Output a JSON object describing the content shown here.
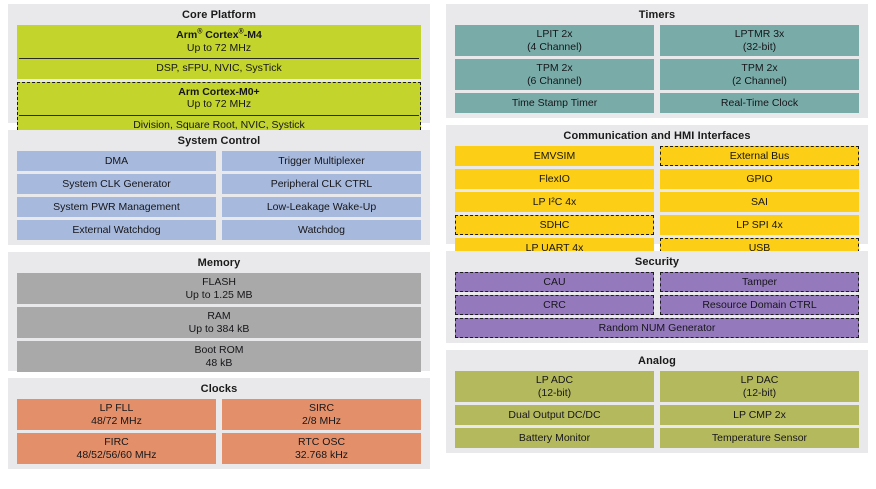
{
  "colors": {
    "page_background": "#ffffff",
    "panel_background": "#e9e9eb",
    "core": "#c3d42d",
    "system_control": "#a7b9dc",
    "memory": "#a9a9a9",
    "clocks": "#e3906a",
    "timers": "#79aca8",
    "communication": "#fccf16",
    "security": "#9579bd",
    "analog": "#b5b95e",
    "outline": "#1c1c1c"
  },
  "left_column": [
    {
      "id": "core-platform",
      "title": "Core Platform",
      "color": "c-green",
      "cpus": [
        {
          "id": "cortex-m4",
          "name_html": "Arm<sup>®</sup> Cortex<sup>®</sup>-M4",
          "name_text": "Arm® Cortex®-M4",
          "speed": "Up to 72 MHz",
          "features": "DSP, sFPU, NVIC, SysTick",
          "dashed": false
        },
        {
          "id": "cortex-m0plus",
          "name_html": "Arm Cortex-M0+",
          "name_text": "Arm Cortex-M0+",
          "speed": "Up to 72 MHz",
          "features": "Division, Square Root, NVIC, Systick",
          "dashed": true
        }
      ]
    },
    {
      "id": "system-control",
      "title": "System Control",
      "color": "c-blue",
      "rows": [
        [
          {
            "line1": "DMA",
            "line2": "",
            "dashed": false
          },
          {
            "line1": "Trigger Multiplexer",
            "line2": "",
            "dashed": false
          }
        ],
        [
          {
            "line1": "System CLK Generator",
            "line2": "",
            "dashed": false
          },
          {
            "line1": "Peripheral CLK CTRL",
            "line2": "",
            "dashed": false
          }
        ],
        [
          {
            "line1": "System PWR Management",
            "line2": "",
            "dashed": false
          },
          {
            "line1": "Low-Leakage Wake-Up",
            "line2": "",
            "dashed": false
          }
        ],
        [
          {
            "line1": "External Watchdog",
            "line2": "",
            "dashed": false
          },
          {
            "line1": "Watchdog",
            "line2": "",
            "dashed": false
          }
        ]
      ]
    },
    {
      "id": "memory",
      "title": "Memory",
      "color": "c-grey",
      "rows": [
        [
          {
            "line1": "FLASH",
            "line2": "Up to 1.25 MB",
            "dashed": false
          }
        ],
        [
          {
            "line1": "RAM",
            "line2": "Up to 384 kB",
            "dashed": false
          }
        ],
        [
          {
            "line1": "Boot ROM",
            "line2": "48 kB",
            "dashed": false
          }
        ]
      ]
    },
    {
      "id": "clocks",
      "title": "Clocks",
      "color": "c-orange",
      "rows": [
        [
          {
            "line1": "LP FLL",
            "line2": "48/72 MHz",
            "dashed": false
          },
          {
            "line1": "SIRC",
            "line2": "2/8 MHz",
            "dashed": false
          }
        ],
        [
          {
            "line1": "FIRC",
            "line2": "48/52/56/60 MHz",
            "dashed": false
          },
          {
            "line1": "RTC OSC",
            "line2": "32.768 kHz",
            "dashed": false
          }
        ]
      ]
    }
  ],
  "right_column": [
    {
      "id": "timers",
      "title": "Timers",
      "color": "c-teal",
      "rows": [
        [
          {
            "line1": "LPIT 2x",
            "line2": "(4 Channel)",
            "dashed": false
          },
          {
            "line1": "LPTMR 3x",
            "line2": "(32-bit)",
            "dashed": false
          }
        ],
        [
          {
            "line1": "TPM 2x",
            "line2": "(6 Channel)",
            "dashed": false
          },
          {
            "line1": "TPM 2x",
            "line2": "(2 Channel)",
            "dashed": false
          }
        ],
        [
          {
            "line1": "Time Stamp Timer",
            "line2": "",
            "dashed": false
          },
          {
            "line1": "Real-Time Clock",
            "line2": "",
            "dashed": false
          }
        ]
      ]
    },
    {
      "id": "communication-hmi",
      "title": "Communication and HMI Interfaces",
      "color": "c-yellow",
      "rows": [
        [
          {
            "line1": "EMVSIM",
            "line2": "",
            "dashed": false
          },
          {
            "line1": "External Bus",
            "line2": "",
            "dashed": true
          }
        ],
        [
          {
            "line1": "FlexIO",
            "line2": "",
            "dashed": false
          },
          {
            "line1": "GPIO",
            "line2": "",
            "dashed": false
          }
        ],
        [
          {
            "line1": "LP I²C 4x",
            "line2": "",
            "dashed": false
          },
          {
            "line1": "SAI",
            "line2": "",
            "dashed": false
          }
        ],
        [
          {
            "line1": "SDHC",
            "line2": "",
            "dashed": true
          },
          {
            "line1": "LP SPI 4x",
            "line2": "",
            "dashed": false
          }
        ],
        [
          {
            "line1": "LP UART 4x",
            "line2": "",
            "dashed": false
          },
          {
            "line1": "USB",
            "line2": "",
            "dashed": true
          }
        ]
      ]
    },
    {
      "id": "security",
      "title": "Security",
      "color": "c-purple",
      "rows": [
        [
          {
            "line1": "CAU",
            "line2": "",
            "dashed": true
          },
          {
            "line1": "Tamper",
            "line2": "",
            "dashed": true
          }
        ],
        [
          {
            "line1": "CRC",
            "line2": "",
            "dashed": true
          },
          {
            "line1": "Resource Domain CTRL",
            "line2": "",
            "dashed": true
          }
        ],
        [
          {
            "line1": "Random NUM Generator",
            "line2": "",
            "dashed": true
          }
        ]
      ]
    },
    {
      "id": "analog",
      "title": "Analog",
      "color": "c-olive",
      "rows": [
        [
          {
            "line1": "LP ADC",
            "line2": "(12-bit)",
            "dashed": false
          },
          {
            "line1": "LP DAC",
            "line2": "(12-bit)",
            "dashed": false
          }
        ],
        [
          {
            "line1": "Dual Output DC/DC",
            "line2": "",
            "dashed": false
          },
          {
            "line1": "LP CMP 2x",
            "line2": "",
            "dashed": false
          }
        ],
        [
          {
            "line1": "Battery Monitor",
            "line2": "",
            "dashed": false
          },
          {
            "line1": "Temperature Sensor",
            "line2": "",
            "dashed": false
          }
        ]
      ]
    }
  ]
}
